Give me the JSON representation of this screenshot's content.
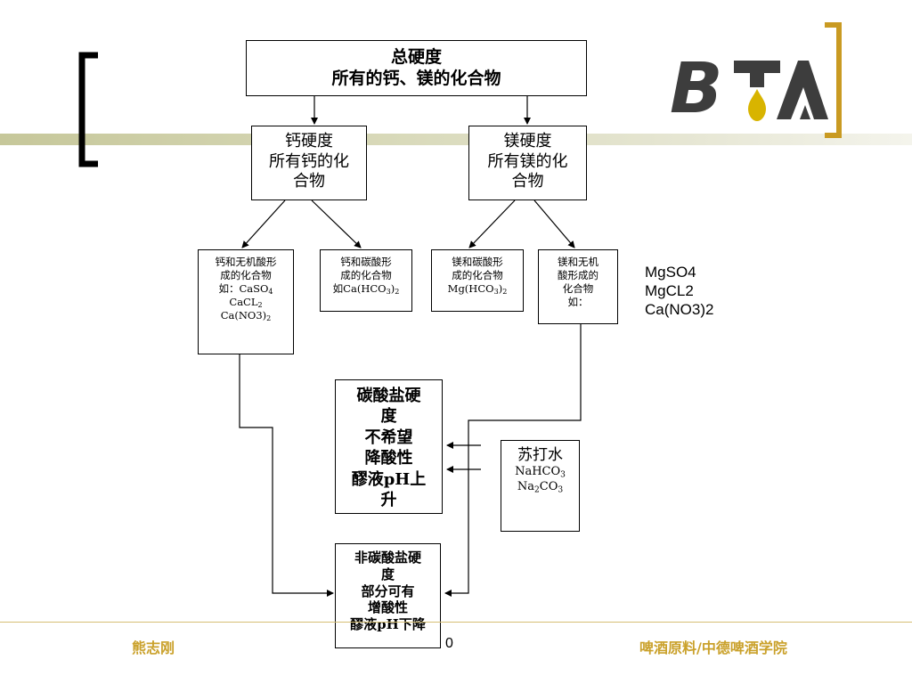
{
  "diagram": {
    "top": {
      "line1": "总硬度",
      "line2": "所有的钙、镁的化合物"
    },
    "calcium": {
      "line1": "钙硬度",
      "line2": "所有钙的化",
      "line3": "合物"
    },
    "magnesium": {
      "line1": "镁硬度",
      "line2": "所有镁的化",
      "line3": "合物"
    },
    "ca_inorganic": {
      "line1": "钙和无机酸形",
      "line2": "成的化合物",
      "line3_prefix": "如：CaSO",
      "line3_sub": "4",
      "line4_prefix": "CaCL",
      "line4_sub": "2",
      "line5_prefix": "Ca(NO3)",
      "line5_sub": "2"
    },
    "ca_carbonic": {
      "line1": "钙和碳酸形",
      "line2": "成的化合物",
      "line3_prefix": "如Ca(HCO",
      "line3_sub1": "3",
      "line3_mid": ")",
      "line3_sub2": "2"
    },
    "mg_carbonic": {
      "line1": "镁和碳酸形",
      "line2": "成的化合物",
      "line3_prefix": "Mg(HCO",
      "line3_sub1": "3",
      "line3_mid": ")",
      "line3_sub2": "2"
    },
    "mg_inorganic": {
      "line1": "镁和无机",
      "line2": "酸形成的",
      "line3": "化合物",
      "line4": "如："
    },
    "mg_examples": [
      "MgSO4",
      "MgCL2",
      "Ca(NO3)2"
    ],
    "carbonate_hardness": {
      "lines": [
        "碳酸盐硬",
        "度",
        "不希望",
        "降酸性",
        "醪液pH上",
        "升"
      ]
    },
    "soda": {
      "line1": "苏打水",
      "line2_prefix": "NaHCO",
      "line2_sub": "3",
      "line3_prefix": "Na",
      "line3_sub1": "2",
      "line3_mid": "CO",
      "line3_sub2": "3"
    },
    "noncarbonate_hardness": {
      "lines": [
        "非碳酸盐硬",
        "度",
        "部分可有",
        "增酸性",
        "醪液pH下降"
      ]
    }
  },
  "footer": {
    "author": "熊志刚",
    "page_number": "0",
    "institute": "啤酒原料/中德啤酒学院"
  },
  "logo": {
    "text": "BTA",
    "color": "#3d3d3d",
    "drop_color": "#d8b400",
    "bracket_color": "#c99a22"
  },
  "colors": {
    "band": "#d2d3ae",
    "footer_text": "#caa12b"
  }
}
